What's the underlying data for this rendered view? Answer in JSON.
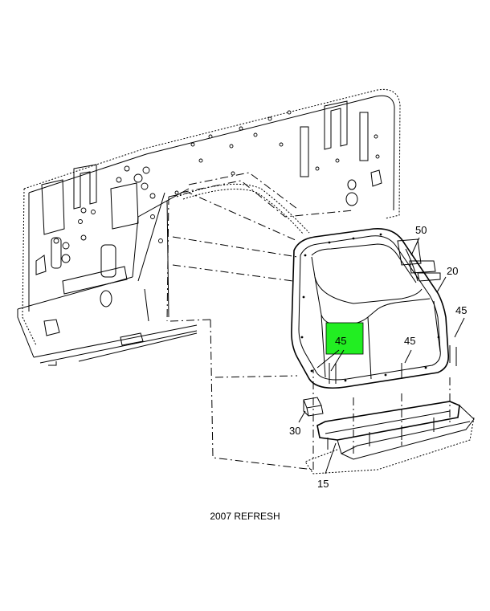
{
  "caption": "2007 REFRESH",
  "highlight_color": "#22ee22",
  "callouts": [
    {
      "id": "50",
      "label": "50"
    },
    {
      "id": "20",
      "label": "20"
    },
    {
      "id": "45a",
      "label": "45"
    },
    {
      "id": "45b",
      "label": "45"
    },
    {
      "id": "45c",
      "label": "45"
    },
    {
      "id": "30",
      "label": "30"
    },
    {
      "id": "15",
      "label": "15"
    }
  ]
}
